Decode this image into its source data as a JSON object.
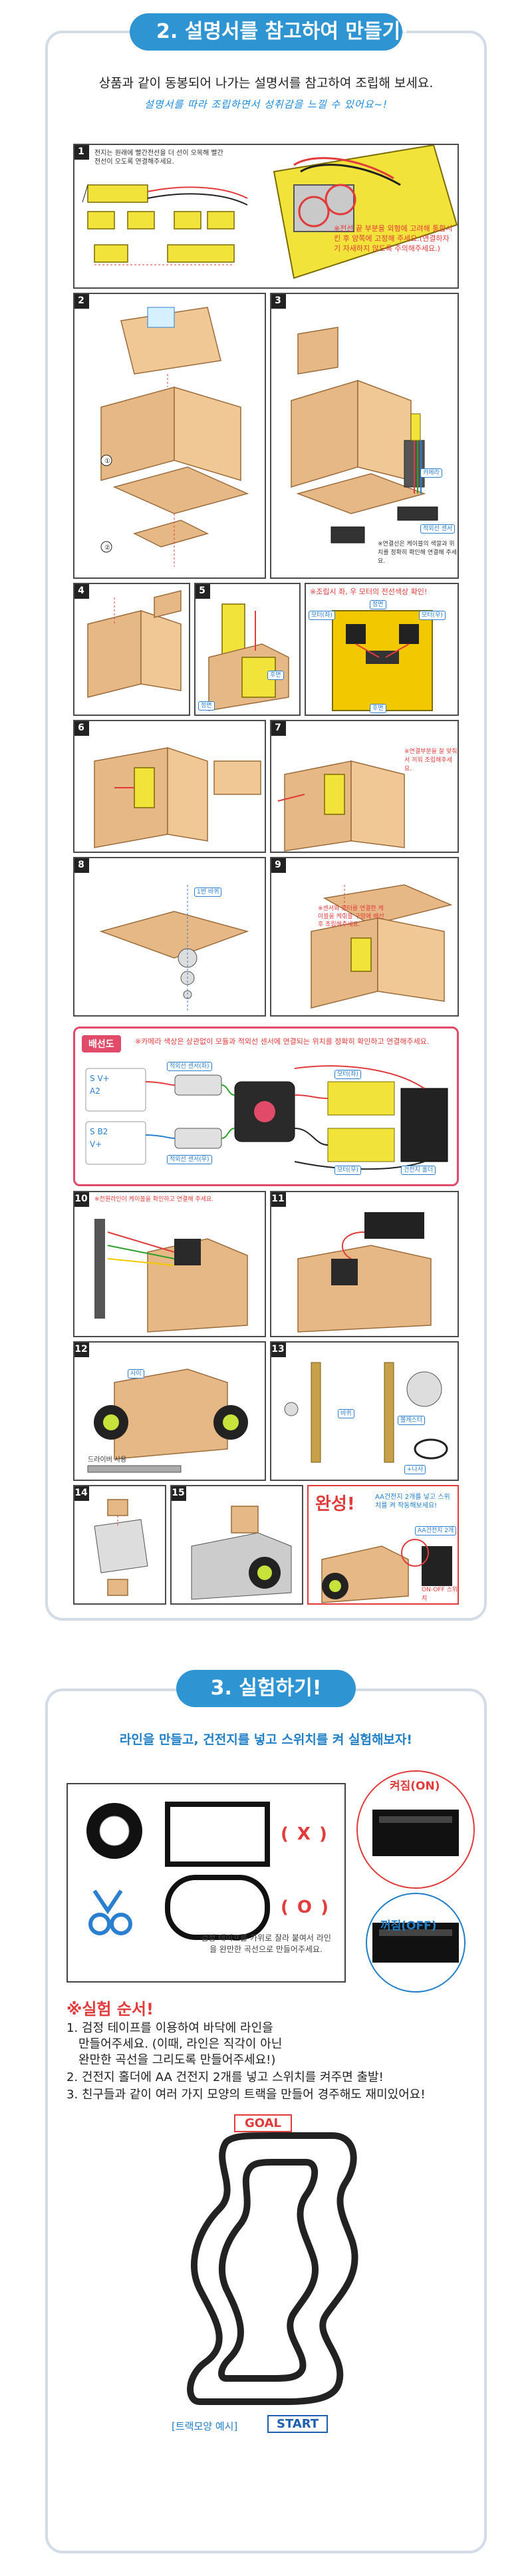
{
  "section1": {
    "title": "2. 설명서를 참고하여 만들기!",
    "subtitle": "상품과 같이 동봉되어 나가는 설명서를 참고하여 조립해 보세요.",
    "handwritten": "설명서를 따라 조립하면서 성취감을 느낄 수 있어요~!"
  },
  "steps": [
    {
      "num": "1",
      "text": "전지는 원래에 빨간전선을 더 선이 오목해 빨간전선이 오도록 연결해주세요.",
      "warning": "※전선 끝 부분을 외형에 고려해 통합시킨 후 양쪽에 고정해 주세요.(연결하자기 자새하지 않도록 주의해주세요.)"
    },
    {
      "num": "2"
    },
    {
      "num": "3",
      "note": "※연결선은 케이블의 색깔과 위치를 정확히 확인해 연결해 주세요.",
      "labels": [
        "카메라",
        "적외선 센서"
      ]
    },
    {
      "num": "4"
    },
    {
      "num": "5",
      "labels": [
        "정면",
        "후면"
      ]
    },
    {
      "num": "6"
    },
    {
      "num": "7",
      "note": "※연결부분을 잘 맞춰서 끼워 조립해주세요."
    },
    {
      "num": "8",
      "labels": [
        "1번 바퀴"
      ]
    },
    {
      "num": "9",
      "note": "※센서와 모터를 연결한 케이블을 케이블 구멍에 배선 후 조립해주세요."
    },
    {
      "num": "10",
      "note": "※전원라인이 케이블을 확인하고 연결해 주세요."
    },
    {
      "num": "11"
    },
    {
      "num": "12",
      "labels": [
        "사이"
      ],
      "note": "드라이버 사용"
    },
    {
      "num": "13",
      "labels": [
        "바퀴",
        "볼캐스터",
        "+나사"
      ]
    },
    {
      "num": "14"
    },
    {
      "num": "15"
    },
    {
      "num": "완성!",
      "note": "AA건전지 2개를 넣고 스위치를 켜 작동해보세요!",
      "labels": [
        "AA건전지 2개",
        "ON-OFF 스위치"
      ]
    }
  ],
  "step3_warning": "※조립시 좌, 우 모터의 전선색상 확인!",
  "step3_labels": [
    "정면",
    "모터(좌)",
    "모터(우)",
    "후면"
  ],
  "wiring": {
    "tag": "배선도",
    "note": "※카메라 색상은 상관없이 모듈과 적외선 센서에 연결되는 위치를 정확히 확인하고 연결해주세요.",
    "labels": [
      "적외선 센서(좌)",
      "적외선 센서(우)",
      "모터(좌)",
      "모터(우)",
      "건전지 홀더",
      "S",
      "V+",
      "A2",
      "S",
      "B2",
      "V+"
    ]
  },
  "section2": {
    "title": "3. 실험하기!",
    "subheading": "라인을 만들고, 건전지를 넣고 스위치를 켜 실험해보자!",
    "x_mark": "( X )",
    "o_mark": "( O )",
    "tape_note": "검정 테이프를 가위로 잘라 붙여서 라인을 완만한 곡선으로 만들어주세요.",
    "on": "켜짐(ON)",
    "off": "꺼짐(OFF)",
    "order_title": "※실험 순서!",
    "order": [
      "1. 검정 테이프를 이용하여 바닥에 라인을",
      "만들어주세요. (이때, 라인은 직각이 아닌",
      "완만한 곡선을 그리도록 만들어주세요!)",
      "2. 건전지 홀더에 AA 건전지 2개를 넣고 스위치를 켜주면 출발!",
      "3. 친구들과 같이 여러 가지 모양의 트랙을 만들어 경주해도 재미있어요!"
    ],
    "goal": "GOAL",
    "start": "START",
    "example": "[트랙모양 예시]"
  },
  "colors": {
    "accent_blue": "#2f95d2",
    "card_border": "#d3dbe6",
    "warn_red": "#e23b3b",
    "wiring_border": "#e24a6a"
  }
}
